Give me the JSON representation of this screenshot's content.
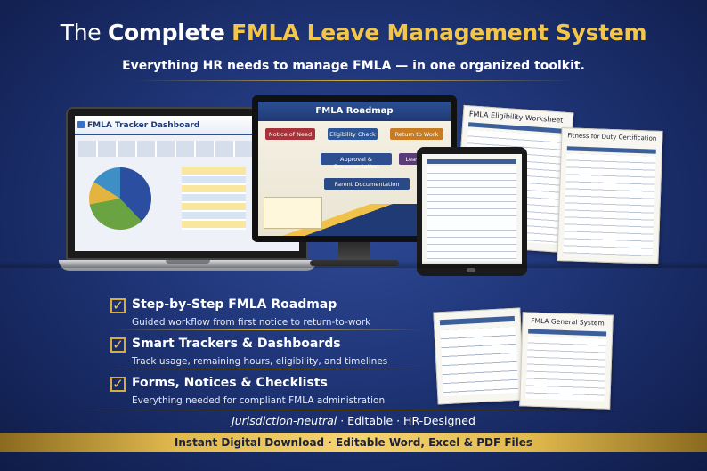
{
  "header": {
    "title_pre": "The",
    "title_bold": "Complete",
    "title_gold": "FMLA Leave Management System",
    "subtitle": "Everything HR needs to manage FMLA — in one organized toolkit."
  },
  "devices": {
    "laptop_title": "FMLA Tracker Dashboard",
    "monitor_title": "FMLA Roadmap",
    "roadmap_boxes": [
      "Notice of Need",
      "Eligibility Check",
      "Return to Work",
      "Approval & Documentation",
      "Leave Paid",
      "Parent Documentation"
    ],
    "doc1_title": "FMLA Eligibility Worksheet",
    "doc2_title": "Fitness for Duty Certification",
    "doc3_title": "FMLA General System"
  },
  "features": [
    {
      "title": "Step-by-Step FMLA Roadmap",
      "desc": "Guided workflow from first notice to return-to-work"
    },
    {
      "title": "Smart Trackers & Dashboards",
      "desc": "Track usage, remaining hours, eligibility, and timelines"
    },
    {
      "title": "Forms, Notices & Checklists",
      "desc": "Everything needed for compliant FMLA administration"
    }
  ],
  "tagline": {
    "italic": "Jurisdiction-neutral",
    "rest": " · Editable · HR-Designed"
  },
  "bottom_bar": "Instant Digital Download · Editable Word, Excel & PDF Files",
  "colors": {
    "gold": "#f3c64a",
    "navy": "#1f3577",
    "accent_blue": "#2b4ea0"
  }
}
